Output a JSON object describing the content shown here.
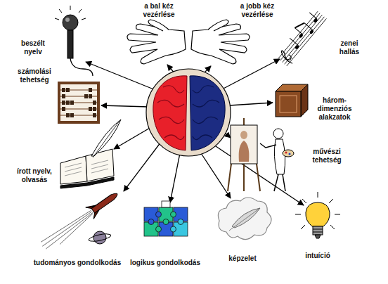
{
  "diagram": {
    "labels": [
      "a bal kéz vezérlése",
      "a jobb kéz vezérlése",
      "beszélt nyelv",
      "zenei hallás",
      "számolási tehetség",
      "három- dimenziós alakzatok",
      "művészi tehetség",
      "írott nyelv, olvasás",
      "tudományos gondolkodás",
      "logikus gondolkodás",
      "képzelet",
      "intuíció"
    ]
  }
}
